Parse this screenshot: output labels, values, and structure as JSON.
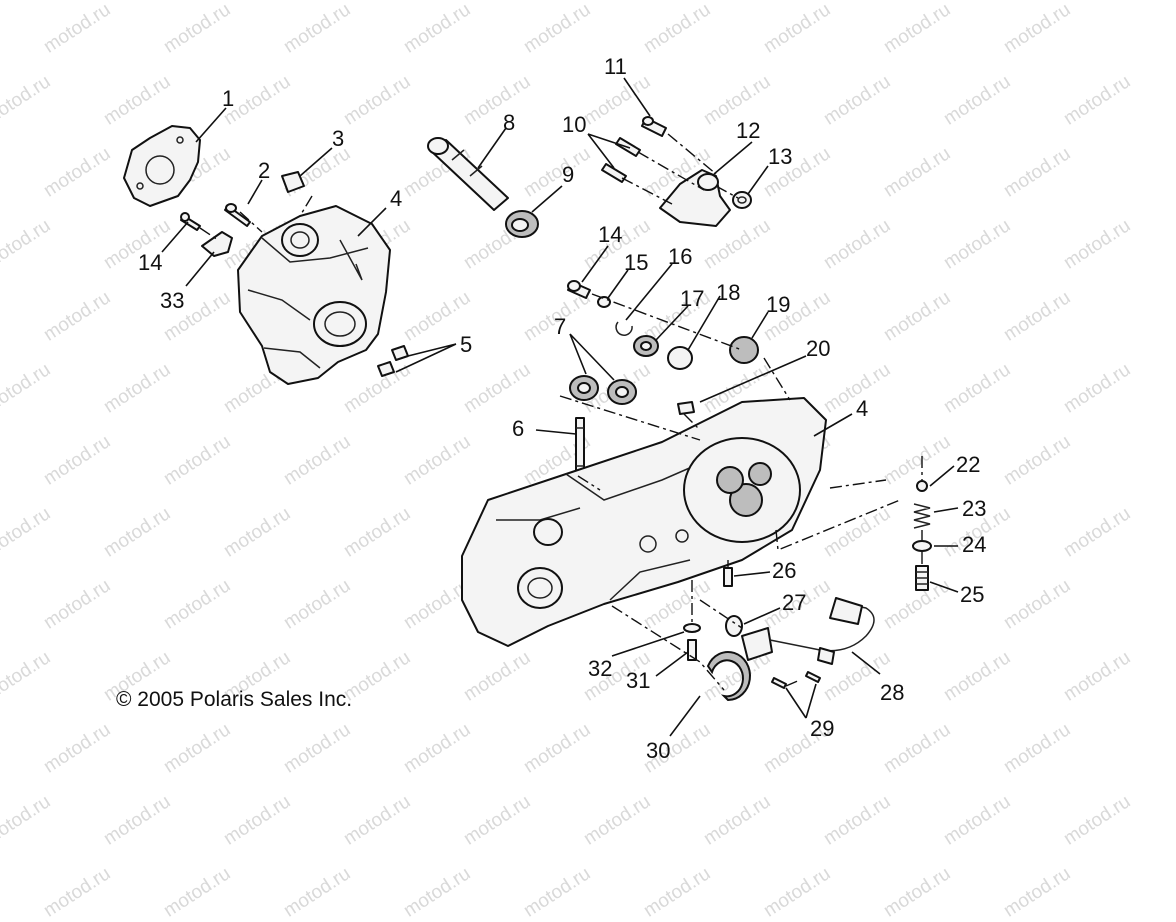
{
  "watermark": "motod.ru",
  "copyright": "© 2005 Polaris Sales Inc.",
  "callouts": {
    "n1": "1",
    "n2": "2",
    "n3": "3",
    "n4a": "4",
    "n4b": "4",
    "n5": "5",
    "n6": "6",
    "n7": "7",
    "n8": "8",
    "n9": "9",
    "n10": "10",
    "n11": "11",
    "n12": "12",
    "n13": "13",
    "n14a": "14",
    "n14b": "14",
    "n15": "15",
    "n16": "16",
    "n17": "17",
    "n18": "18",
    "n19": "19",
    "n20": "20",
    "n22": "22",
    "n23": "23",
    "n24": "24",
    "n25": "25",
    "n26": "26",
    "n27": "27",
    "n28": "28",
    "n29": "29",
    "n30": "30",
    "n31": "31",
    "n32": "32",
    "n33": "33"
  }
}
